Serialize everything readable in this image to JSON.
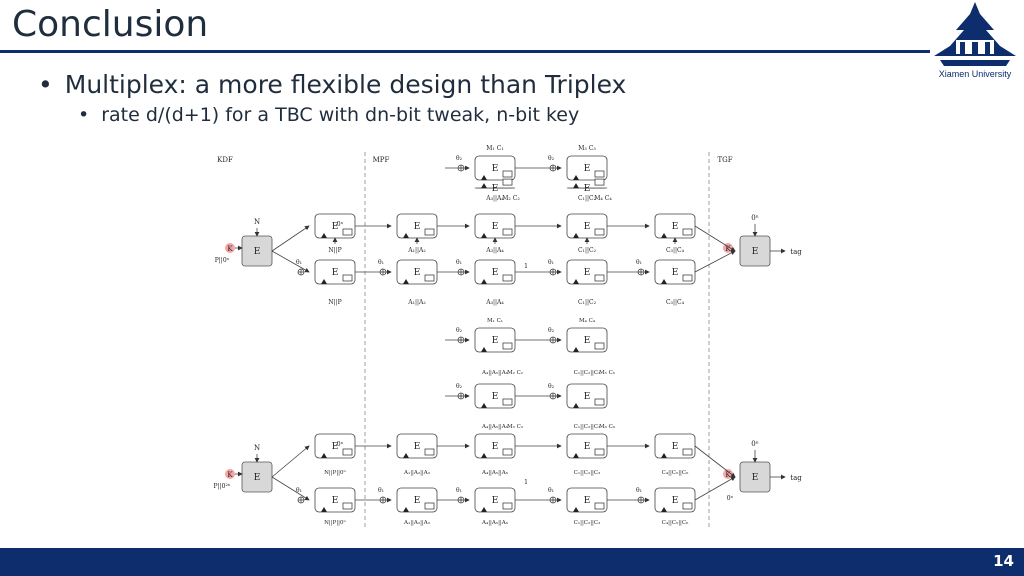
{
  "slide": {
    "title": "Conclusion",
    "bullets": [
      {
        "text": "Multiplex: a more flexible design than Triplex"
      },
      {
        "text": "rate d/(d+1) for a TBC with dn-bit tweak, n-bit key"
      }
    ],
    "logo_text": "Xiamen University",
    "page_number": "14"
  },
  "diagram": {
    "sections": [
      "KDF",
      "MPF",
      "TGF"
    ],
    "block_label": "E",
    "key_label": "K",
    "output_label": "tag",
    "nonce_label": "N",
    "zero_label": "0ⁿ",
    "theta1": "θ₁",
    "theta2": "θ₂",
    "top": {
      "kdf_input": "P||0ⁿ",
      "tweaks_lower": [
        "N||P",
        "A₁||A₂",
        "A₃||A₄",
        "C₁||C₂",
        "C₃||C₄"
      ],
      "tweaks_upper_row2": [
        "N||P",
        "A₁||A₂",
        "A₃||A₄",
        "C₁||C₂",
        "C₃||C₄"
      ],
      "tweaks_row1": [
        "A₃||A₄",
        "C₁||C₂"
      ],
      "msgs_row0": [
        "M₁ C₁",
        "M₃ C₃"
      ],
      "msgs_row1": [
        "M₂ C₂",
        "M₄ C₄"
      ],
      "one": "1"
    },
    "bottom": {
      "kdf_input": "P||0²ⁿ",
      "tweaks_lower": [
        "N||P||0ⁿ",
        "A₁||A₂||A₃",
        "A₄||A₅||A₆",
        "C₁||C₂||C₃",
        "C₄||C₅||C₆"
      ],
      "tweaks_mid": [
        "N||P||0ⁿ",
        "A₁||A₂||A₃",
        "A₄||A₅||A₆",
        "C₁||C₂||C₃",
        "C₄||C₅||C₆"
      ],
      "tweaks_row1": [
        "A₄||A₅||A₆",
        "C₁||C₂||C₃"
      ],
      "tweaks_row2": [
        "A₄||A₅||A₆",
        "C₁||C₂||C₃"
      ],
      "msgs_row0": [
        "M₁ C₁",
        "M₄ C₄"
      ],
      "msgs_row1": [
        "M₂ C₂",
        "M₅ C₅"
      ],
      "msgs_row2": [
        "M₃ C₃",
        "M₆ C₆"
      ],
      "one": "1"
    }
  }
}
